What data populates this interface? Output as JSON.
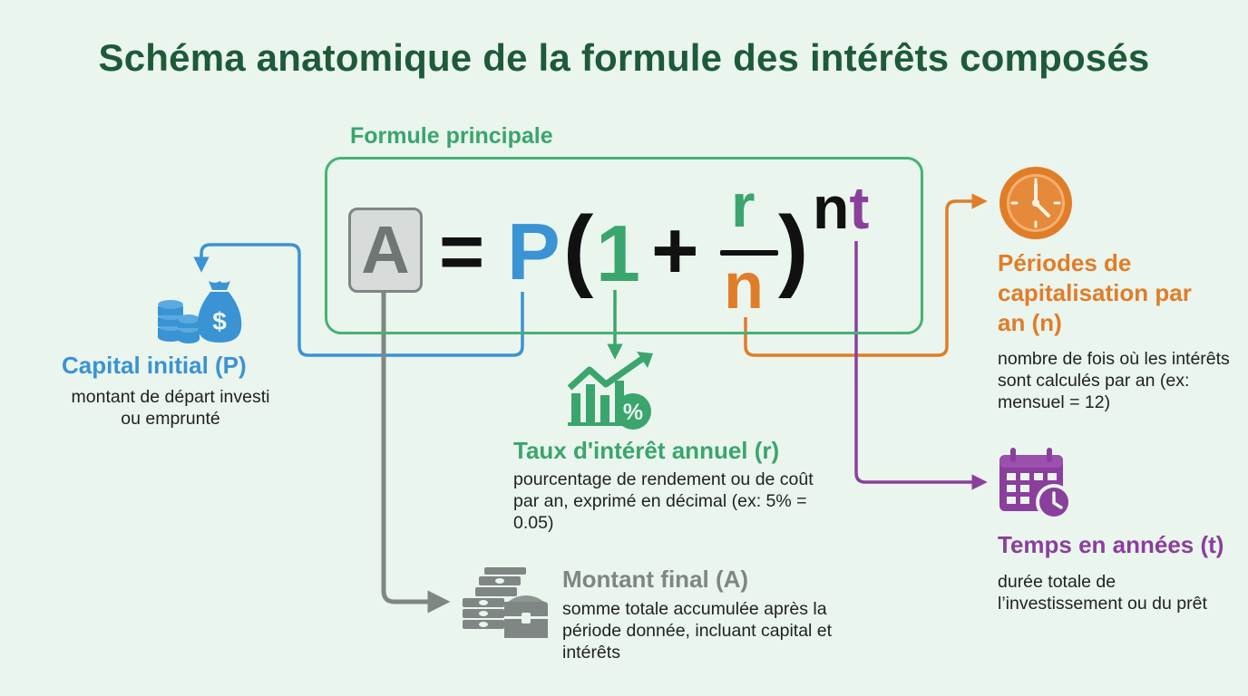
{
  "title": "Schéma anatomique de la formule des intérêts composés",
  "formula": {
    "box_label": "Formule principale",
    "A": "A",
    "equals": "=",
    "P": "P",
    "open_paren": "(",
    "one": "1",
    "plus": "+",
    "numerator": "r",
    "denominator": "n",
    "close_paren": ")",
    "exp_n": "n",
    "exp_t": "t"
  },
  "labels": {
    "capital": {
      "title": "Capital initial (P)",
      "description": "montant de départ investi ou emprunté",
      "icon": "money-bag-coins-icon",
      "color": "#3a93d3"
    },
    "taux": {
      "title": "Taux d'intérêt annuel (r)",
      "description": "pourcentage de rendement ou de coût par an, exprimé en décimal (ex: 5% = 0.05)",
      "icon": "growth-chart-percent-icon",
      "color": "#3aa56c"
    },
    "montant": {
      "title": "Montant final (A)",
      "description": "somme totale accumulée après la période donnée, incluant capital et intérêts",
      "icon": "cash-stack-chest-icon",
      "color": "#7f8683"
    },
    "periodes": {
      "title": "Périodes de capitalisation par an (n)",
      "description": "nombre de fois où les intérêts sont calculés par an (ex: mensuel = 12)",
      "icon": "clock-icon",
      "color": "#e07d28"
    },
    "temps": {
      "title": "Temps en années (t)",
      "description": "durée totale de l’investissement ou du prêt",
      "icon": "calendar-clock-icon",
      "color": "#8a3f9c"
    }
  }
}
